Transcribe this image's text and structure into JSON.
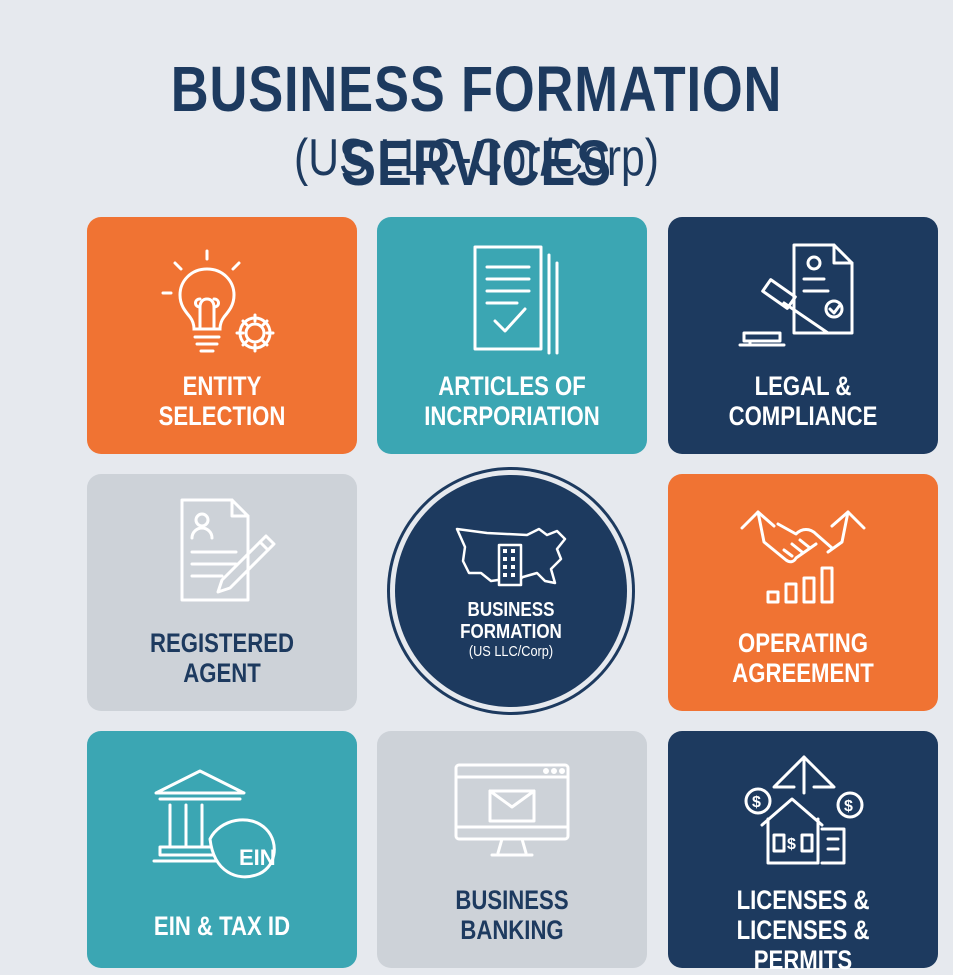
{
  "header": {
    "title": "BUSINESS FORMATION SERVICES",
    "subtitle": "(US LLC-Cor/Corp)"
  },
  "tiles": {
    "entity_selection": {
      "line1": "ENTITY",
      "line2": "SELECTION",
      "icon": "lightbulb-gear-icon"
    },
    "articles": {
      "line1": "ARTICLES OF",
      "line2": "INCRPORIATION",
      "icon": "document-check-icon"
    },
    "legal": {
      "line1": "LEGAL &",
      "line2": "COMPLIANCE",
      "icon": "gavel-document-icon"
    },
    "registered_agent": {
      "line1": "REGISTERED",
      "line2": "AGENT",
      "icon": "document-pen-icon"
    },
    "operating_agreement": {
      "line1": "OPERATING",
      "line2": "AGREEMENT",
      "icon": "handshake-chart-icon"
    },
    "ein": {
      "line1": "EIN & TAX ID",
      "badge": "EIN",
      "icon": "bank-ein-icon"
    },
    "banking": {
      "line1": "BUSINESS",
      "line2": "BANKING",
      "icon": "monitor-mail-icon"
    },
    "licenses": {
      "line1": "LICENSES &",
      "line2": "LICENSES & PERMITS",
      "icon": "house-dollar-icon"
    }
  },
  "center": {
    "line1": "BUSINESS",
    "line2": "FORMATION",
    "line3": "(US LLC/Corp)",
    "icon": "us-map-building-icon"
  },
  "colors": {
    "orange": "#f07333",
    "teal": "#3ba6b3",
    "navy": "#1d3a5f",
    "gray": "#cdd2d8",
    "background": "#e6e9ee"
  }
}
